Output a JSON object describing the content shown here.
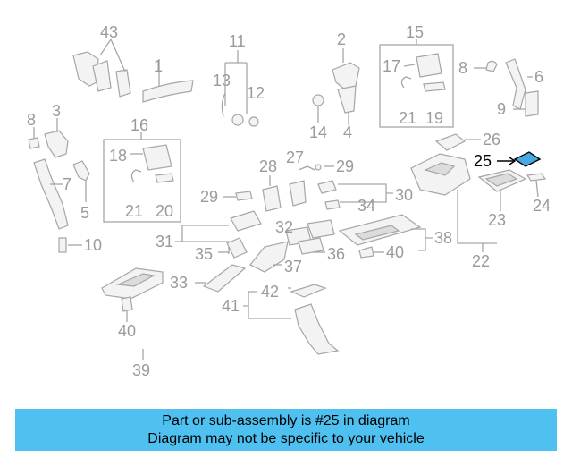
{
  "diagram": {
    "labels": {
      "p43": "43",
      "p1": "1",
      "p11": "11",
      "p13": "13",
      "p12": "12",
      "p2": "2",
      "p15": "15",
      "p17": "17",
      "p21a": "21",
      "p19": "19",
      "p8a": "8",
      "p6": "6",
      "p9": "9",
      "p14": "14",
      "p4": "4",
      "p8b": "8",
      "p3": "3",
      "p7": "7",
      "p5": "5",
      "p16": "16",
      "p18": "18",
      "p21b": "21",
      "p20": "20",
      "p10": "10",
      "p26": "26",
      "p25": "25",
      "p27": "27",
      "p29a": "29",
      "p28": "28",
      "p29b": "29",
      "p30": "30",
      "p34": "34",
      "p24": "24",
      "p23": "23",
      "p31": "31",
      "p32": "32",
      "p35": "35",
      "p37": "37",
      "p36": "36",
      "p40a": "40",
      "p38": "38",
      "p22": "22",
      "p33": "33",
      "p42": "42",
      "p41": "41",
      "p40b": "40",
      "p39": "39"
    },
    "highlight_color": "#4aa8e0"
  },
  "banner": {
    "line1": "Part or sub-assembly is #25 in diagram",
    "line2": "Diagram may not be specific to your vehicle",
    "background": "#4fc1f1"
  }
}
